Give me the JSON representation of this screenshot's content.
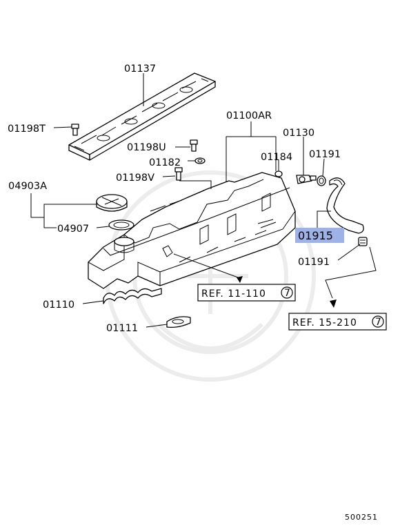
{
  "diagram": {
    "callouts": {
      "c01137": "01137",
      "c01198T": "01198T",
      "c01100AR": "01100AR",
      "c01130": "01130",
      "c01198U": "01198U",
      "c01184": "01184",
      "c01191a": "01191",
      "c01182": "01182",
      "c01198V": "01198V",
      "c04903A": "04903A",
      "c04907": "04907",
      "c01915": "01915",
      "c01191b": "01191",
      "c01110": "01110",
      "c01111": "01111"
    },
    "refs": {
      "ref1": "REF. 11-110",
      "ref1_num": "7",
      "ref2": "REF. 15-210",
      "ref2_num": "7"
    },
    "footer_code": "500251",
    "highlight_color": "#9db3e8"
  }
}
